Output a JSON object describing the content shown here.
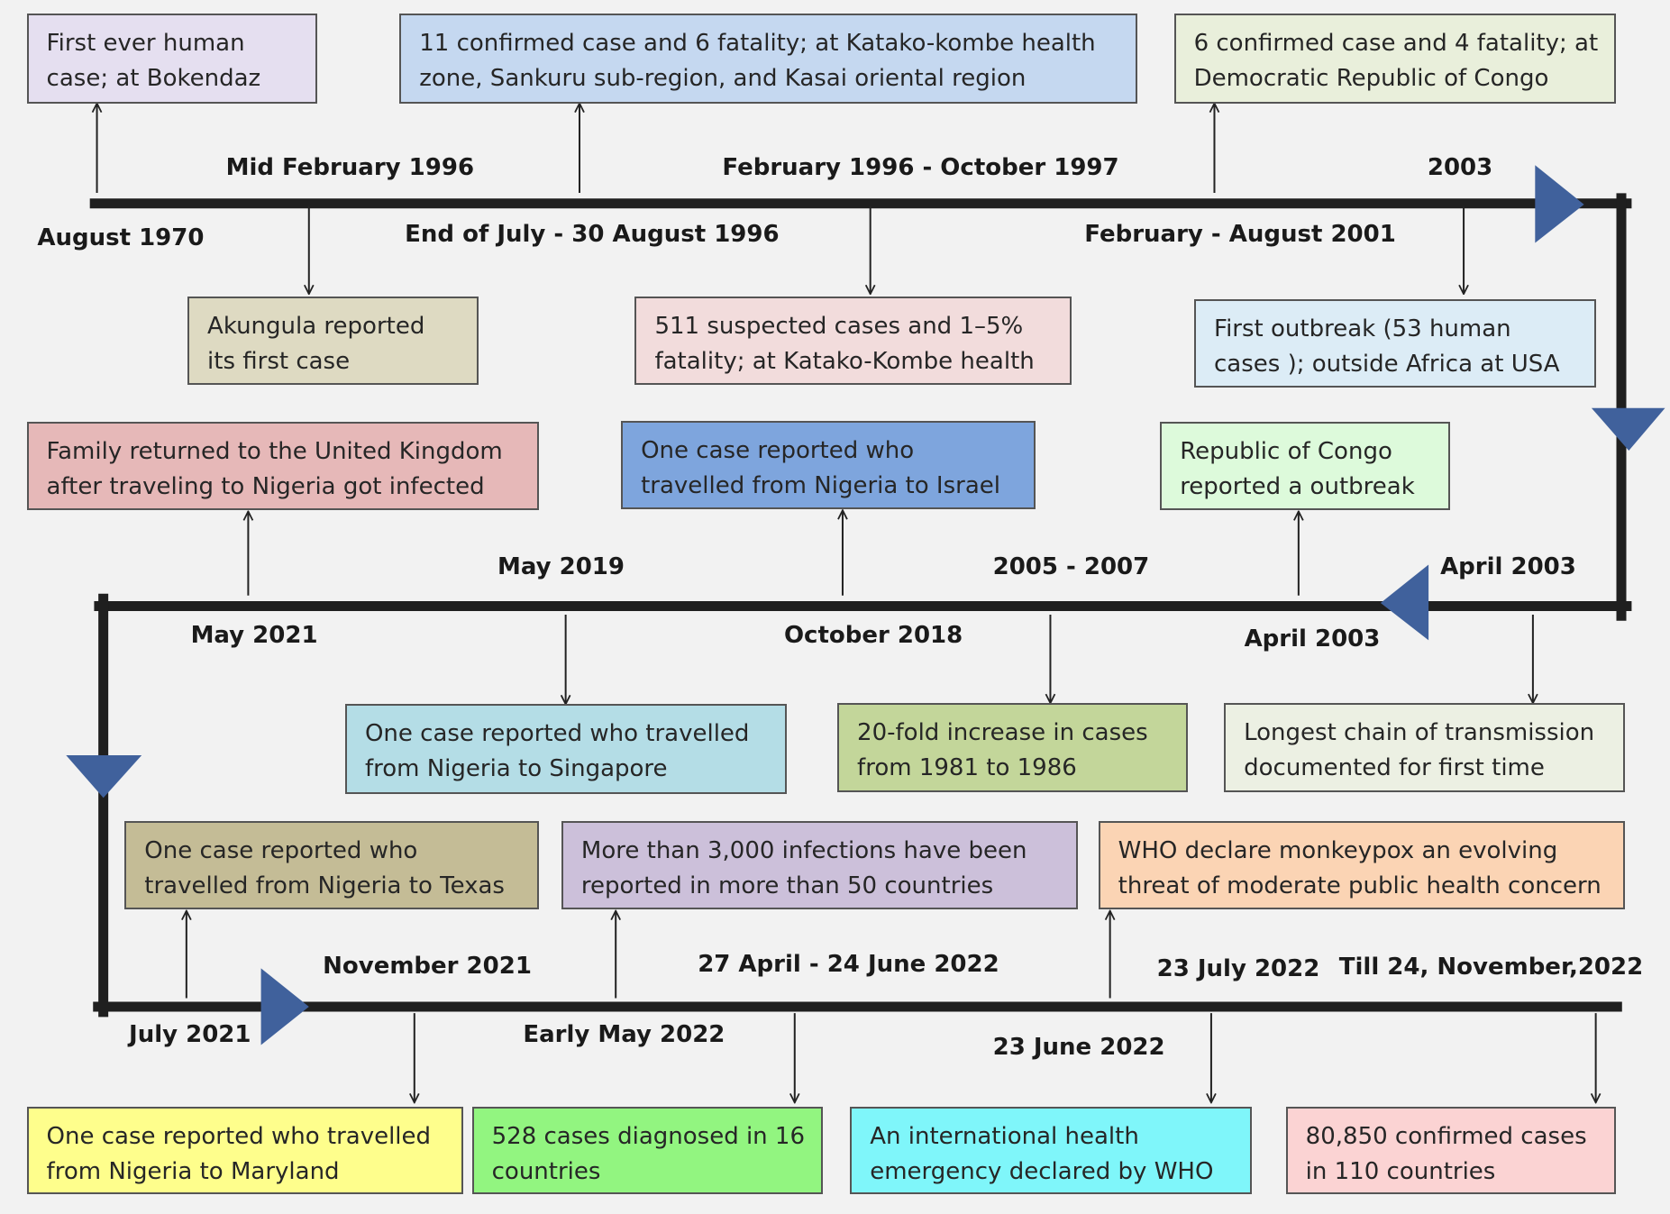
{
  "colors": {
    "line": "#1f1f1f",
    "arrowhead": "#40619c",
    "connector": "#222222"
  },
  "events": [
    {
      "date": "August 1970",
      "text": [
        "First ever  human",
        "case; at Bokendaz"
      ],
      "color": "#e5dff0"
    },
    {
      "date": "Mid February 1996",
      "text": [
        "Akungula reported",
        "its first case"
      ],
      "color": "#dedac2"
    },
    {
      "date": "End of July - 30 August 1996",
      "text": [
        "11 confirmed case and 6 fatality; at Katako-kombe health",
        "zone, Sankuru sub-region, and Kasai oriental region"
      ],
      "color": "#c5d8f0"
    },
    {
      "date": "February 1996 - October 1997",
      "text": [
        "511 suspected cases  and 1–5%",
        "fatality; at Katako-Kombe health"
      ],
      "color": "#f2dcdc"
    },
    {
      "date": "February - August 2001",
      "text": [
        "6 confirmed case and 4 fatality; at",
        "Democratic Republic of Congo"
      ],
      "color": "#e9efdb"
    },
    {
      "date": "2003",
      "text": [
        "First outbreak (53 human",
        "cases ); outside Africa at USA"
      ],
      "color": "#dcecf6"
    },
    {
      "date": "April 2003",
      "text": [
        "Longest  chain of transmission",
        "documented for first time"
      ],
      "color": "#ecf0e3"
    },
    {
      "date": "April 2003",
      "text": [
        "Republic of Congo",
        "reported a outbreak"
      ],
      "color": "#ddfadb"
    },
    {
      "date": "2005 - 2007",
      "text": [
        "20-fold increase in cases",
        "from 1981 to 1986"
      ],
      "color": "#c3d69a"
    },
    {
      "date": "October 2018",
      "text": [
        "One case  reported who",
        "travelled from Nigeria to Israel"
      ],
      "color": "#7ea5dd"
    },
    {
      "date": "May 2019",
      "text": [
        "One case  reported who travelled",
        "from Nigeria to Singapore"
      ],
      "color": "#b4dde6"
    },
    {
      "date": "May 2021",
      "text": [
        "Family returned to the United Kingdom",
        "after traveling to Nigeria got infected"
      ],
      "color": "#e6b8b8"
    },
    {
      "date": "July 2021",
      "text": [
        "One case  reported who",
        "travelled from Nigeria to Texas"
      ],
      "color": "#c4bc96"
    },
    {
      "date": "November 2021",
      "text": [
        "One case  reported who travelled",
        "from Nigeria to Maryland"
      ],
      "color": "#fefe8c"
    },
    {
      "date": "Early May 2022",
      "text": [
        "More than 3,000  infections have been",
        "reported in more than 50 countries"
      ],
      "color": "#ccc0da"
    },
    {
      "date": "27 April - 24 June 2022",
      "text": [
        "528 cases diagnosed in 16",
        "countries"
      ],
      "color": "#92f580"
    },
    {
      "date": "23 June 2022",
      "text": [
        "WHO declare monkeypox an evolving",
        "threat of moderate public health concern"
      ],
      "color": "#fbd4b4"
    },
    {
      "date": "23 July 2022",
      "text": [
        "An international health",
        "emergency declared by WHO"
      ],
      "color": "#7ff6fa"
    },
    {
      "date": "Till 24, November,2022",
      "text": [
        "80,850 confirmed cases",
        "in 110 countries"
      ],
      "color": "#fbd3d3"
    }
  ]
}
